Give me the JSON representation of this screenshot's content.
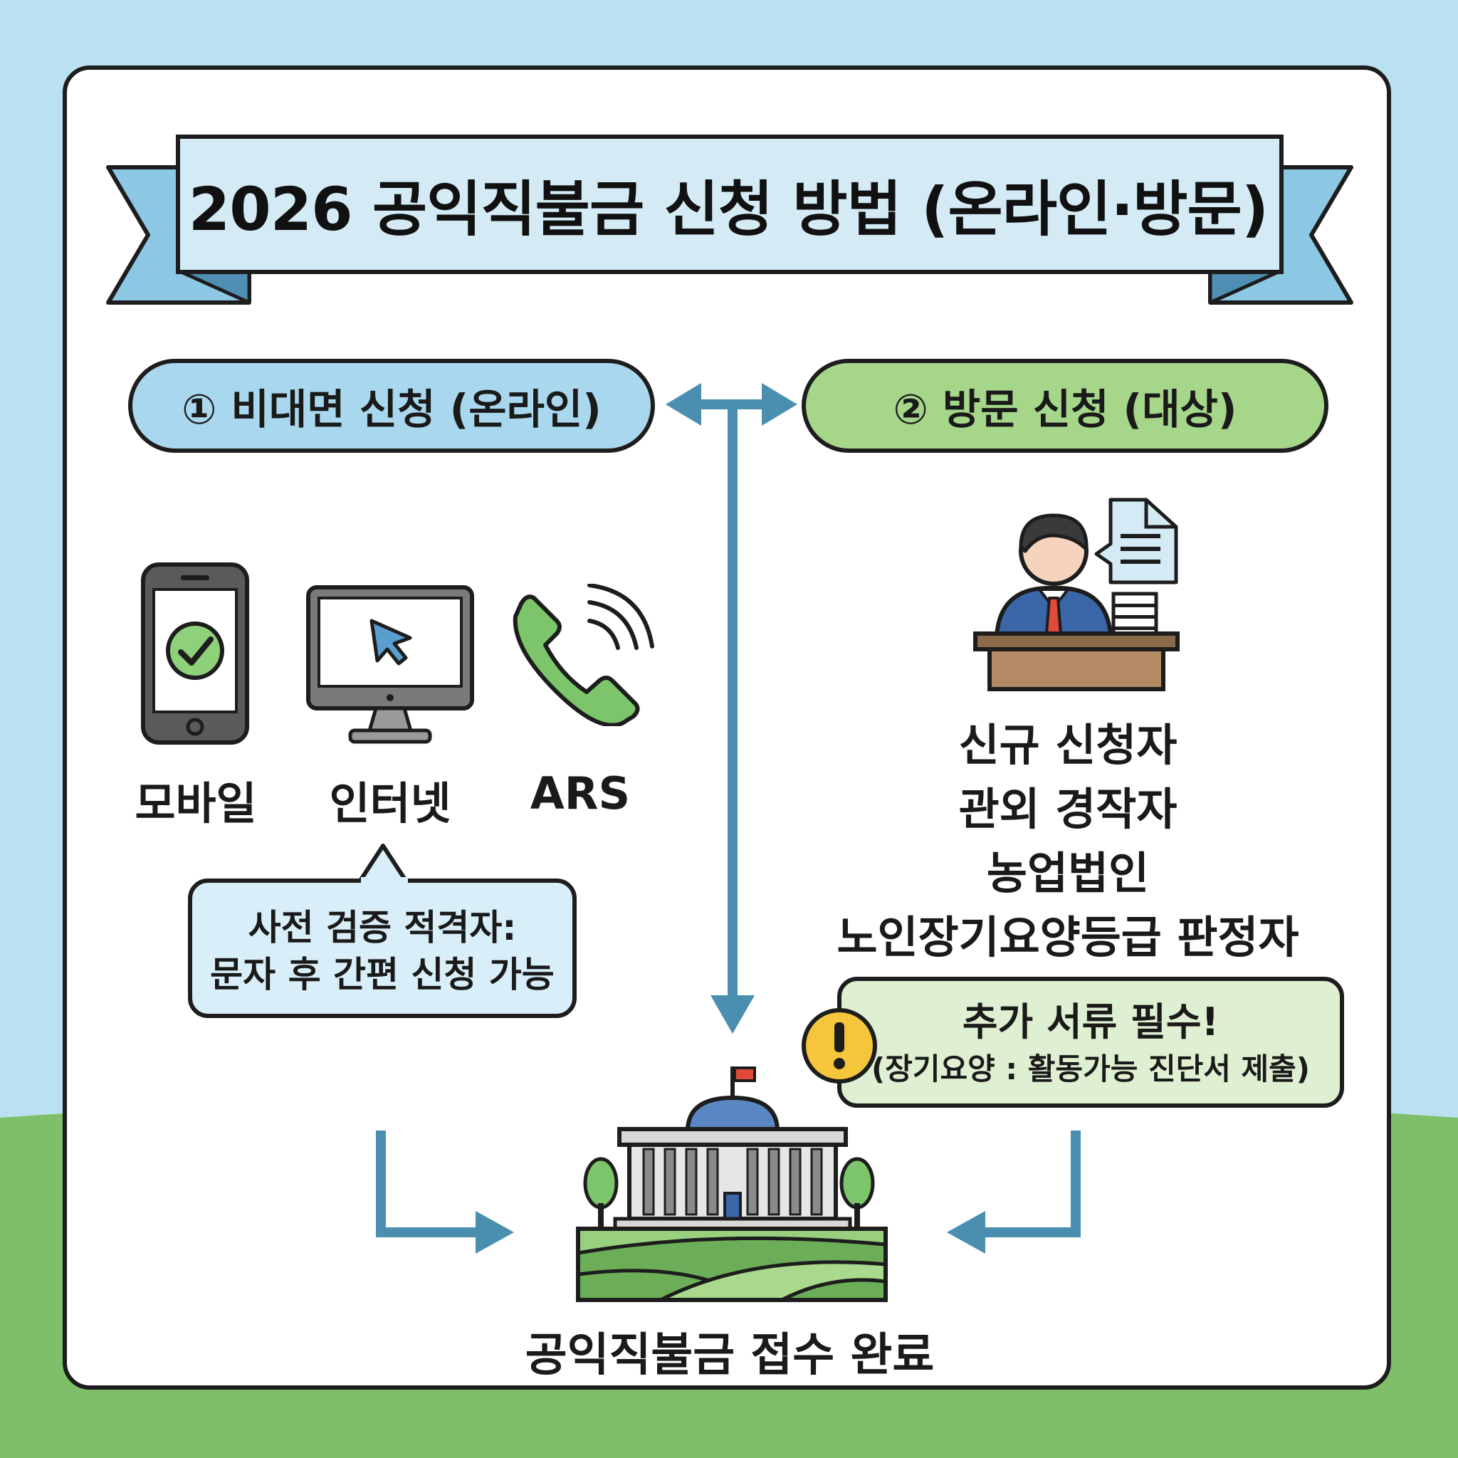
{
  "title": "2026 공익직불금 신청 방법 (온라인·방문)",
  "online": {
    "header": "① 비대면 신청 (온라인)",
    "channels": [
      {
        "label": "모바일",
        "icon": "smartphone-check-icon"
      },
      {
        "label": "인터넷",
        "icon": "desktop-monitor-cursor-icon"
      },
      {
        "label": "ARS",
        "icon": "telephone-handset-icon"
      }
    ],
    "note_lines": [
      "사전 검증 적격자:",
      "문자 후 간편 신청 가능"
    ]
  },
  "visit": {
    "header": "② 방문 신청 (대상)",
    "icon": "office-clerk-desk-icon",
    "targets": [
      "신규 신청자",
      "관외 경작자",
      "농업법인",
      "노인장기요양등급 판정자"
    ],
    "warning_title": "추가 서류 필수!",
    "warning_detail": "(장기요양 : 활동가능 진단서 제출)",
    "warning_icon": "exclamation-circle-icon"
  },
  "result": {
    "label": "공익직불금 접수 완료",
    "icon": "government-building-farmland-icon"
  },
  "colors": {
    "sky": "#b9e1f1",
    "grass": "#7fbf6a",
    "blue_pill": "#a9d8ee",
    "green_pill": "#a6d68a",
    "arrow": "#4a8fb0",
    "warning": "#f5c53c"
  }
}
